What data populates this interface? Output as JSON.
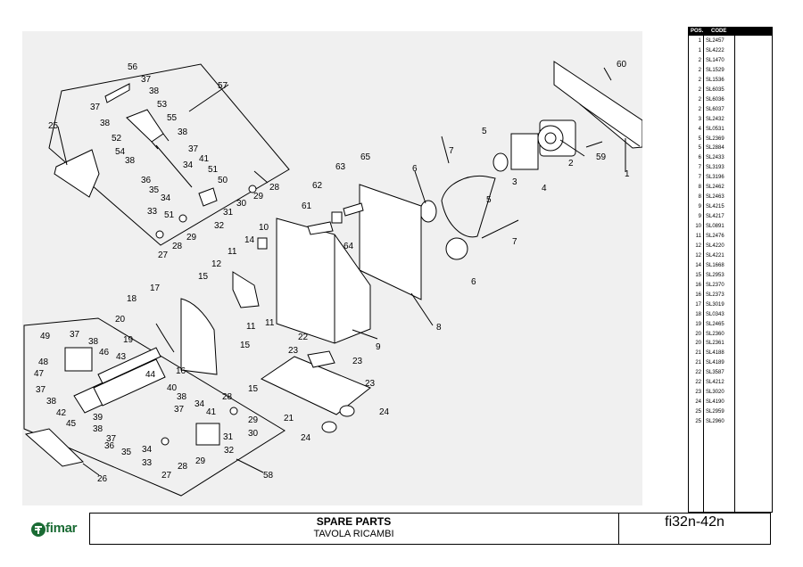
{
  "title": "SPARE PARTS",
  "subtitle": "TAVOLA RICAMBI",
  "model": "fi32n-42n",
  "brand": "fimar",
  "colors": {
    "brand_green": "#1a6b34",
    "diagram_bg": "#f0f0f0",
    "table_header_bg": "#000000"
  },
  "parts_table": {
    "pos_header": "POS.",
    "code_header": "CODE",
    "rows": [
      {
        "pos": "1",
        "code": "SL2457"
      },
      {
        "pos": "1",
        "code": "SL4222"
      },
      {
        "pos": "2",
        "code": "SL1470"
      },
      {
        "pos": "2",
        "code": "SL1529"
      },
      {
        "pos": "2",
        "code": "SL1536"
      },
      {
        "pos": "2",
        "code": "SL6035"
      },
      {
        "pos": "2",
        "code": "SL6036"
      },
      {
        "pos": "2",
        "code": "SL6037"
      },
      {
        "pos": "3",
        "code": "SL2432"
      },
      {
        "pos": "4",
        "code": "SL0531"
      },
      {
        "pos": "5",
        "code": "SL2369"
      },
      {
        "pos": "5",
        "code": "SL2884"
      },
      {
        "pos": "6",
        "code": "SL2433"
      },
      {
        "pos": "7",
        "code": "SL3193"
      },
      {
        "pos": "7",
        "code": "SL3196"
      },
      {
        "pos": "8",
        "code": "SL2462"
      },
      {
        "pos": "8",
        "code": "SL2463"
      },
      {
        "pos": "9",
        "code": "SL4215"
      },
      {
        "pos": "9",
        "code": "SL4217"
      },
      {
        "pos": "10",
        "code": "SL0891"
      },
      {
        "pos": "11",
        "code": "SL2476"
      },
      {
        "pos": "12",
        "code": "SL4220"
      },
      {
        "pos": "12",
        "code": "SL4221"
      },
      {
        "pos": "14",
        "code": "SL1668"
      },
      {
        "pos": "15",
        "code": "SL2953"
      },
      {
        "pos": "16",
        "code": "SL2370"
      },
      {
        "pos": "16",
        "code": "SL2373"
      },
      {
        "pos": "17",
        "code": "SL3019"
      },
      {
        "pos": "18",
        "code": "SL0343"
      },
      {
        "pos": "19",
        "code": "SL2465"
      },
      {
        "pos": "20",
        "code": "SL2360"
      },
      {
        "pos": "20",
        "code": "SL2361"
      },
      {
        "pos": "21",
        "code": "SL4188"
      },
      {
        "pos": "21",
        "code": "SL4189"
      },
      {
        "pos": "22",
        "code": "SL3587"
      },
      {
        "pos": "22",
        "code": "SL4212"
      },
      {
        "pos": "23",
        "code": "SL3020"
      },
      {
        "pos": "24",
        "code": "SL4190"
      },
      {
        "pos": "25",
        "code": "SL2959"
      },
      {
        "pos": "25",
        "code": "SL2960"
      }
    ]
  },
  "callouts": [
    "60",
    "56",
    "37",
    "57",
    "38",
    "37",
    "53",
    "38",
    "55",
    "25",
    "52",
    "38",
    "54",
    "37",
    "38",
    "41",
    "34",
    "51",
    "36",
    "50",
    "29",
    "28",
    "35",
    "34",
    "33",
    "51",
    "31",
    "30",
    "29",
    "32",
    "28",
    "27",
    "5",
    "6",
    "7",
    "2",
    "59",
    "1",
    "3",
    "63",
    "65",
    "4",
    "5",
    "62",
    "61",
    "64",
    "7",
    "6",
    "8",
    "10",
    "14",
    "11",
    "12",
    "15",
    "17",
    "18",
    "20",
    "19",
    "11",
    "11",
    "9",
    "15",
    "16",
    "22",
    "23",
    "23",
    "23",
    "15",
    "21",
    "24",
    "24",
    "49",
    "37",
    "38",
    "48",
    "46",
    "47",
    "43",
    "37",
    "44",
    "38",
    "40",
    "42",
    "45",
    "38",
    "37",
    "39",
    "34",
    "28",
    "38",
    "41",
    "29",
    "37",
    "36",
    "30",
    "35",
    "34",
    "31",
    "32",
    "33",
    "29",
    "28",
    "27",
    "58",
    "26"
  ]
}
